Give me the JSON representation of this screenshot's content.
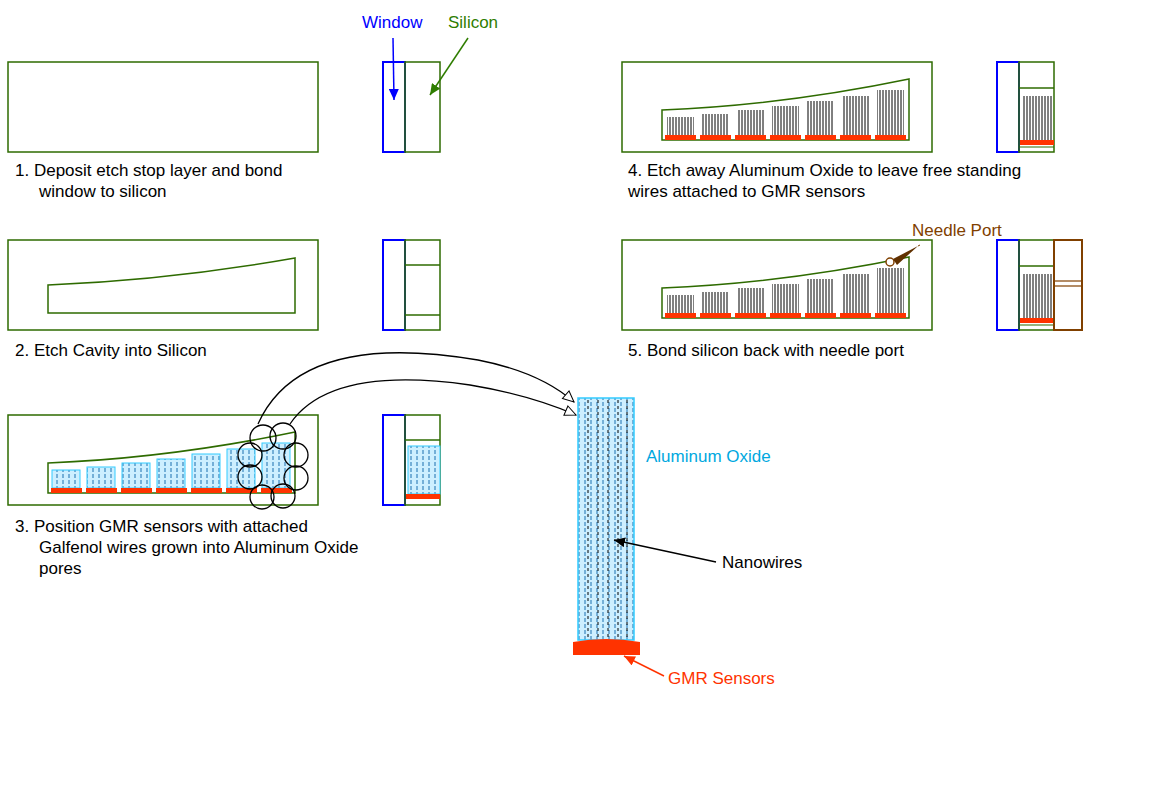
{
  "diagram": {
    "labels": [
      "Window",
      "Silicon",
      "1.  Deposit etch stop layer and bond window to silicon",
      "2.  Etch Cavity into Silicon",
      "3.  Position GMR sensors with attached Galfenol wires grown into Aluminum Oxide pores",
      "4.  Etch away Aluminum Oxide to leave free standing wires attached to GMR sensors",
      "Needle Port",
      "5.  Bond silicon back with needle port",
      "Aluminum Oxide",
      "Nanowires",
      "GMR Sensors"
    ]
  }
}
